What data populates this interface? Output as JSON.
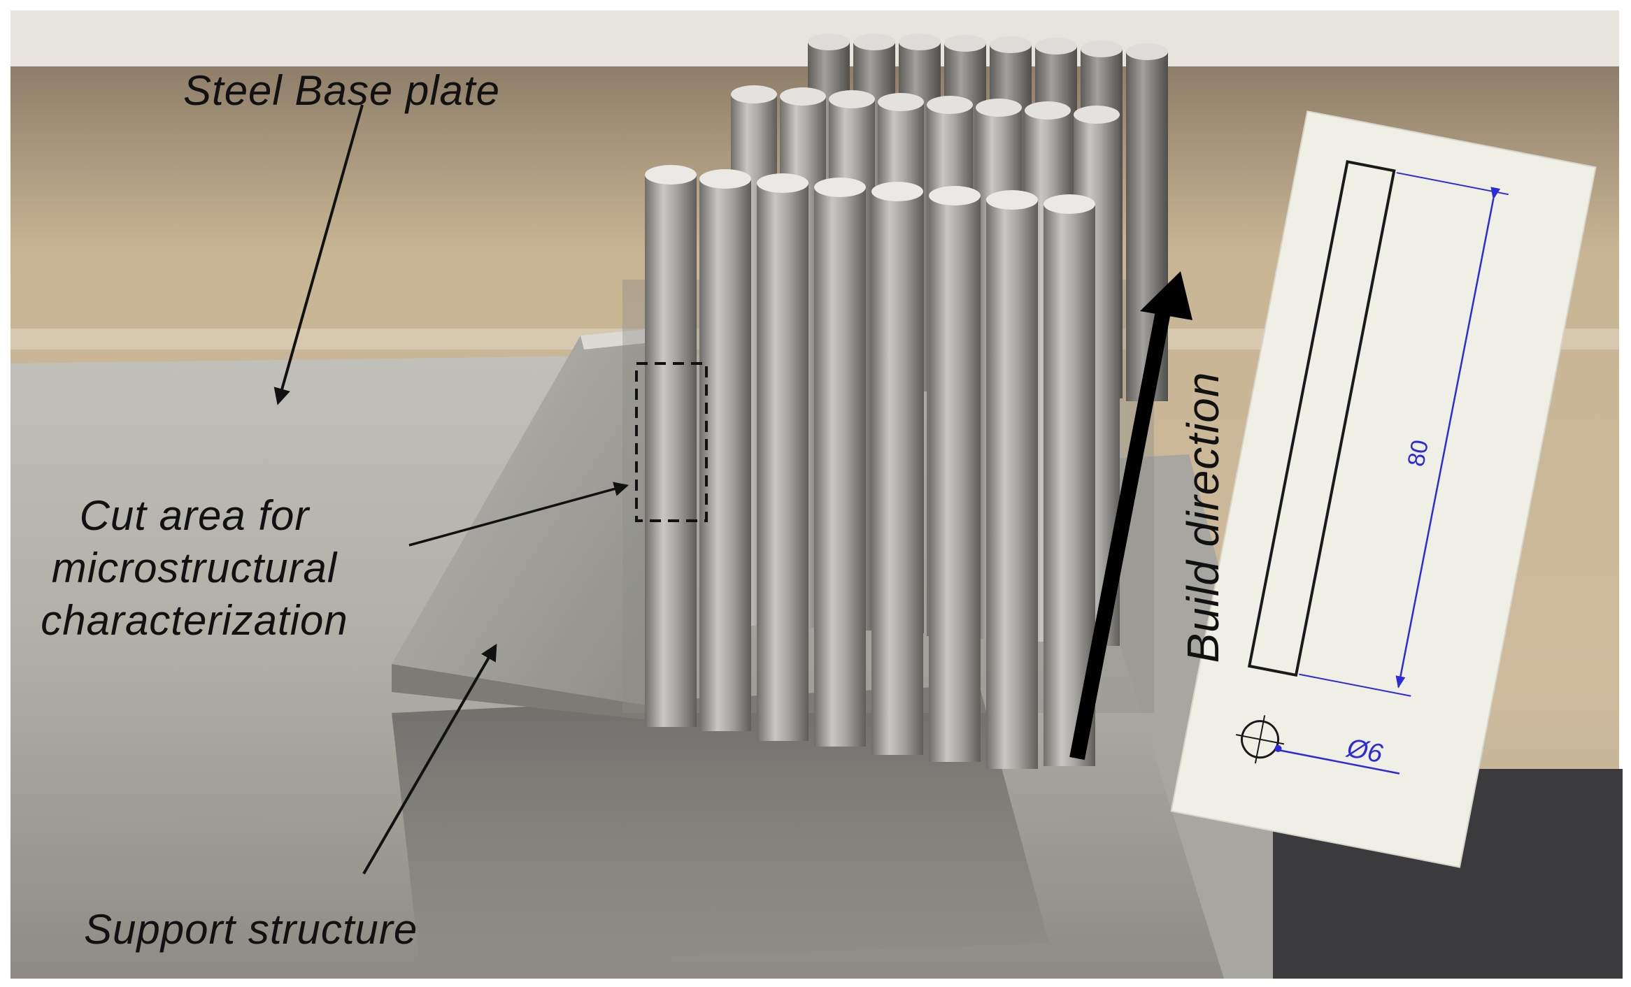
{
  "labels": {
    "base_plate": "Steel Base plate",
    "cut_area_line1": "Cut area for",
    "cut_area_line2": "microstructural",
    "cut_area_line3": "characterization",
    "support": "Support structure",
    "build_direction": "Build direction"
  },
  "drawing": {
    "length_dim": "80",
    "diameter_dim": "Ø6"
  }
}
